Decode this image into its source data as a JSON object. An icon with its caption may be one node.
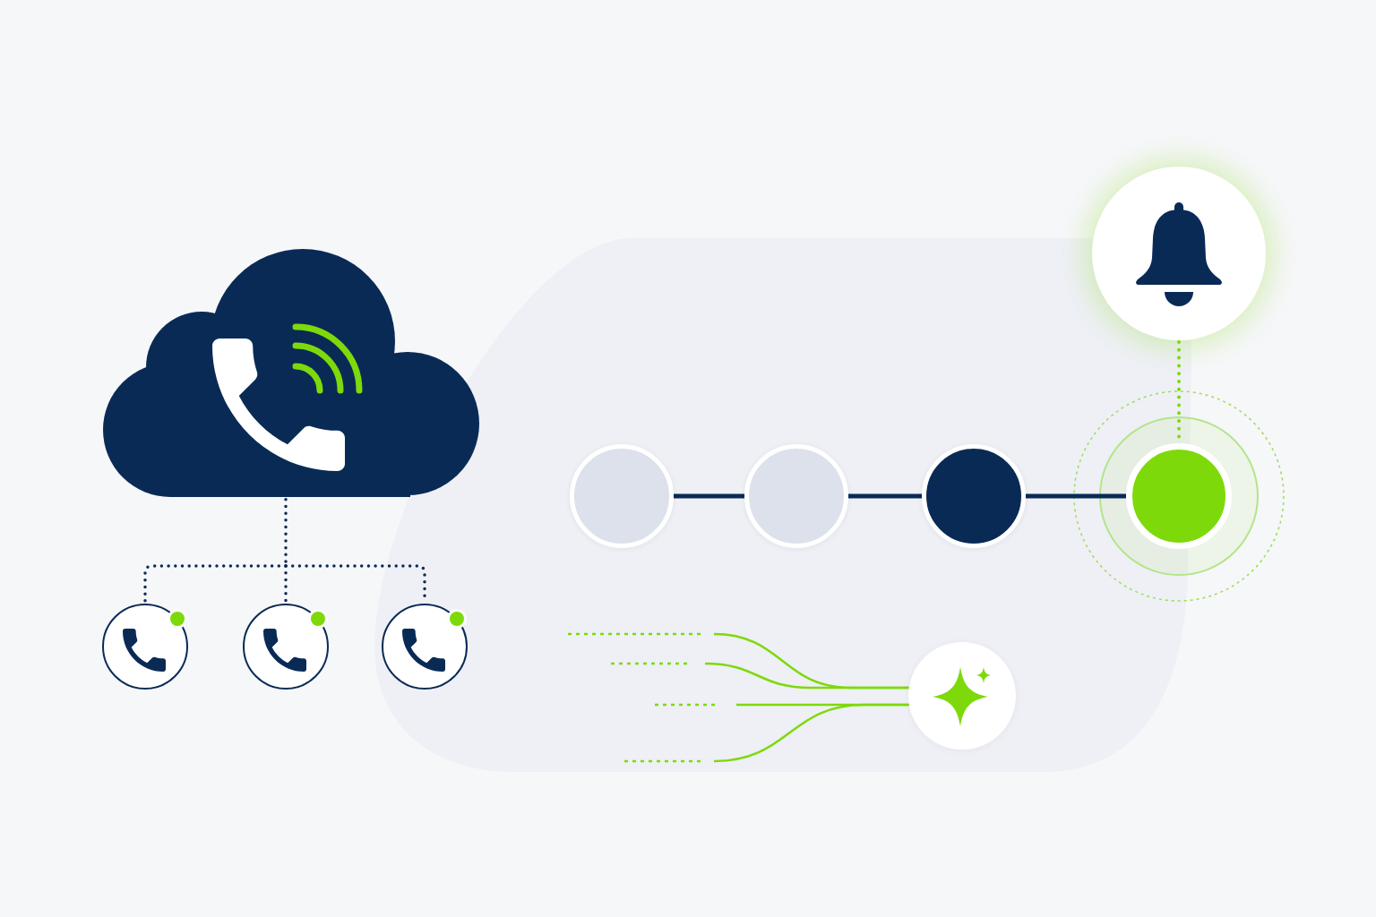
{
  "diagram": {
    "nodes": [
      {
        "text": [],
        "shape": "cloud"
      },
      {
        "text": [],
        "shape": "circle"
      },
      {
        "text": [],
        "shape": "circle"
      },
      {
        "text": [],
        "shape": "circle"
      },
      {
        "text": [],
        "shape": "circle"
      },
      {
        "text": [],
        "shape": "circle"
      },
      {
        "text": [],
        "shape": "circle"
      },
      {
        "text": [],
        "shape": "circle"
      },
      {
        "text": [],
        "shape": "circle"
      },
      {
        "text": [],
        "shape": "circle"
      }
    ],
    "edges": [
      {
        "from": 0,
        "to": 1,
        "arrow": "none",
        "style": "dashed"
      },
      {
        "from": 0,
        "to": 2,
        "arrow": "none",
        "style": "dashed"
      },
      {
        "from": 0,
        "to": 3,
        "arrow": "none",
        "style": "dashed"
      },
      {
        "from": 4,
        "to": 5,
        "arrow": "none"
      },
      {
        "from": 5,
        "to": 6,
        "arrow": "none"
      },
      {
        "from": 6,
        "to": 7,
        "arrow": "none"
      },
      {
        "from": 8,
        "to": 7,
        "arrow": "none",
        "style": "dashed",
        "color": "#7ed90a"
      },
      {
        "from": null,
        "to": 9,
        "arrow": "none",
        "style": "dashed",
        "color": "#7ed90a"
      },
      {
        "from": null,
        "to": 9,
        "arrow": "none",
        "style": "dashed",
        "color": "#7ed90a"
      },
      {
        "from": null,
        "to": 9,
        "arrow": "none",
        "style": "dashed",
        "color": "#7ed90a"
      },
      {
        "from": null,
        "to": 9,
        "arrow": "none",
        "style": "dashed",
        "color": "#7ed90a"
      }
    ]
  }
}
